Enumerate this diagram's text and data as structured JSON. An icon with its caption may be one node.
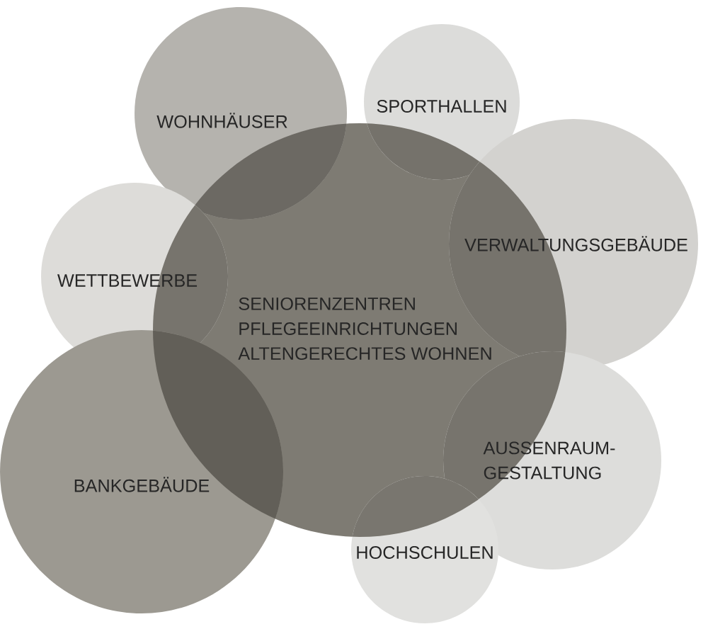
{
  "diagram": {
    "nodes": [
      {
        "text": [
          "WOHNHÄUSER"
        ]
      },
      {
        "text": [
          "SPORTHALLEN"
        ]
      },
      {
        "text": [
          "VERWALTUNGSGEBÄUDE"
        ]
      },
      {
        "text": [
          "WETTBEWERBE"
        ]
      },
      {
        "text": [
          "SENIORENZENTREN",
          "PFLEGEEINRICHTUNGEN",
          "ALTENGERECHTES WOHNEN"
        ]
      },
      {
        "text": [
          "AUSSENRAUM-GESTALTUNG"
        ]
      },
      {
        "text": [
          "BANKGEBÄUDE"
        ]
      },
      {
        "text": [
          "HOCHSCHULEN"
        ]
      }
    ]
  }
}
